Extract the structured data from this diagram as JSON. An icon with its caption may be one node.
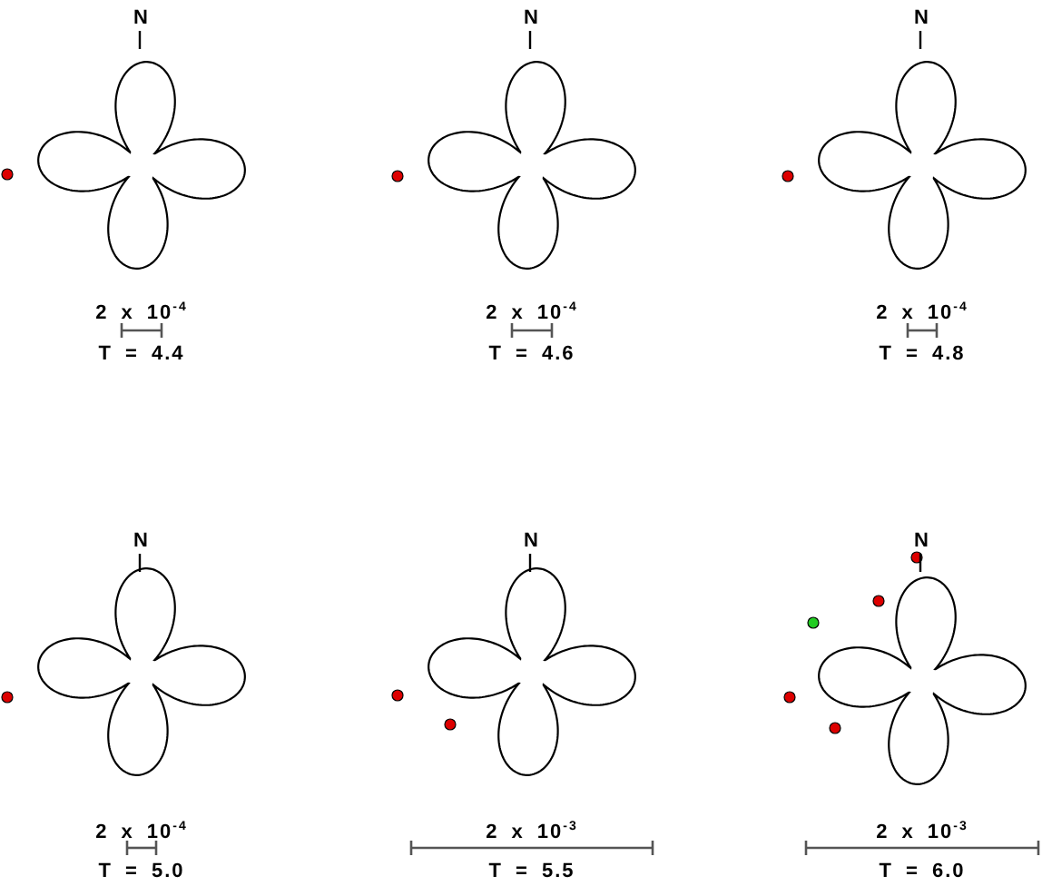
{
  "diagram": {
    "labels": [
      "N",
      "2 x 10$^{-4}$",
      "T = 4.4",
      "N",
      "2 x 10$^{-4}$",
      "T = 4.6",
      "N",
      "2 x 10$^{-4}$",
      "T = 4.8",
      "N",
      "2 x 10$^{-4}$",
      "T = 5.0",
      "N",
      "2 x 10$^{-3}$",
      "T = 5.5",
      "N",
      "2 x 10$^{-3}$",
      "T = 6.0"
    ]
  }
}
